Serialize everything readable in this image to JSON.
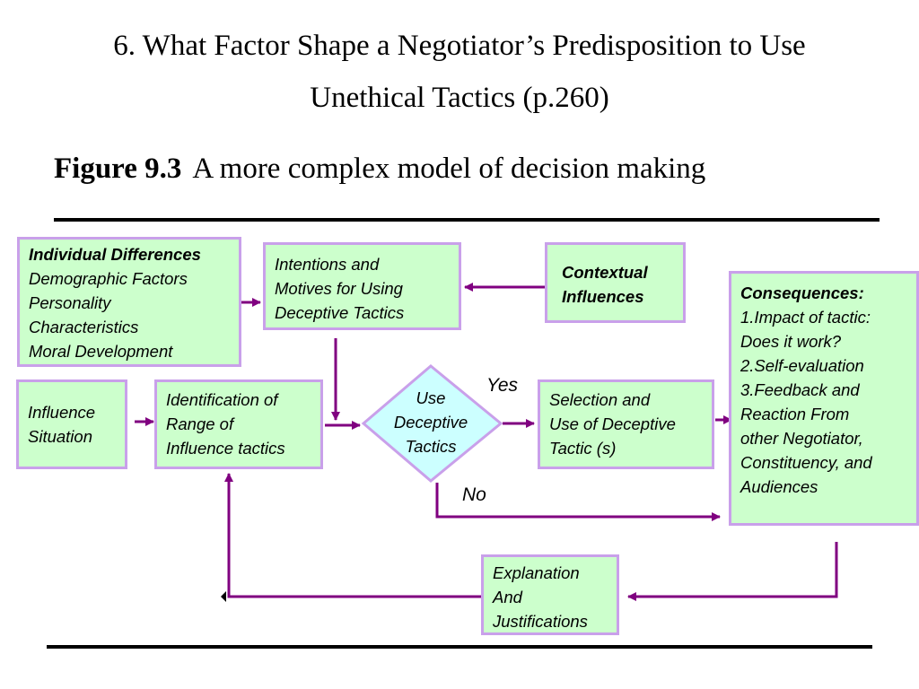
{
  "title_line1": "6. What Factor Shape a Negotiator’s Predisposition to Use",
  "title_line2": "Unethical Tactics (p.260)",
  "figure_label": "Figure 9.3",
  "figure_caption": "A more complex model of decision making",
  "nodes": {
    "individual": {
      "head": "Individual Differences",
      "lines": [
        "Demographic Factors",
        "Personality",
        "Characteristics",
        "Moral Development"
      ]
    },
    "intentions": {
      "lines": [
        "Intentions and",
        "Motives for Using",
        "Deceptive Tactics"
      ]
    },
    "contextual": {
      "head_lines": [
        "Contextual",
        "Influences"
      ]
    },
    "consequences": {
      "head": "Consequences:",
      "lines": [
        "1.Impact of tactic:",
        "Does it work?",
        "2.Self-evaluation",
        "3.Feedback and",
        "Reaction From",
        "other  Negotiator,",
        "Constituency, and",
        "Audiences"
      ]
    },
    "influence": {
      "lines": [
        "Influence",
        "Situation"
      ]
    },
    "identification": {
      "lines": [
        "Identification of",
        "Range of",
        "Influence tactics"
      ]
    },
    "decision": {
      "lines": [
        "Use",
        "Deceptive",
        "Tactics"
      ]
    },
    "selection": {
      "lines": [
        "Selection and",
        "Use of Deceptive",
        "Tactic (s)"
      ]
    },
    "explanation": {
      "lines": [
        "Explanation",
        "And",
        "Justifications"
      ]
    }
  },
  "edges": {
    "yes": "Yes",
    "no": "No"
  },
  "colors": {
    "node_fill": "#ccffcc",
    "node_border": "#c9a0ea",
    "diamond_fill": "#ccffff",
    "arrow": "#800080"
  }
}
